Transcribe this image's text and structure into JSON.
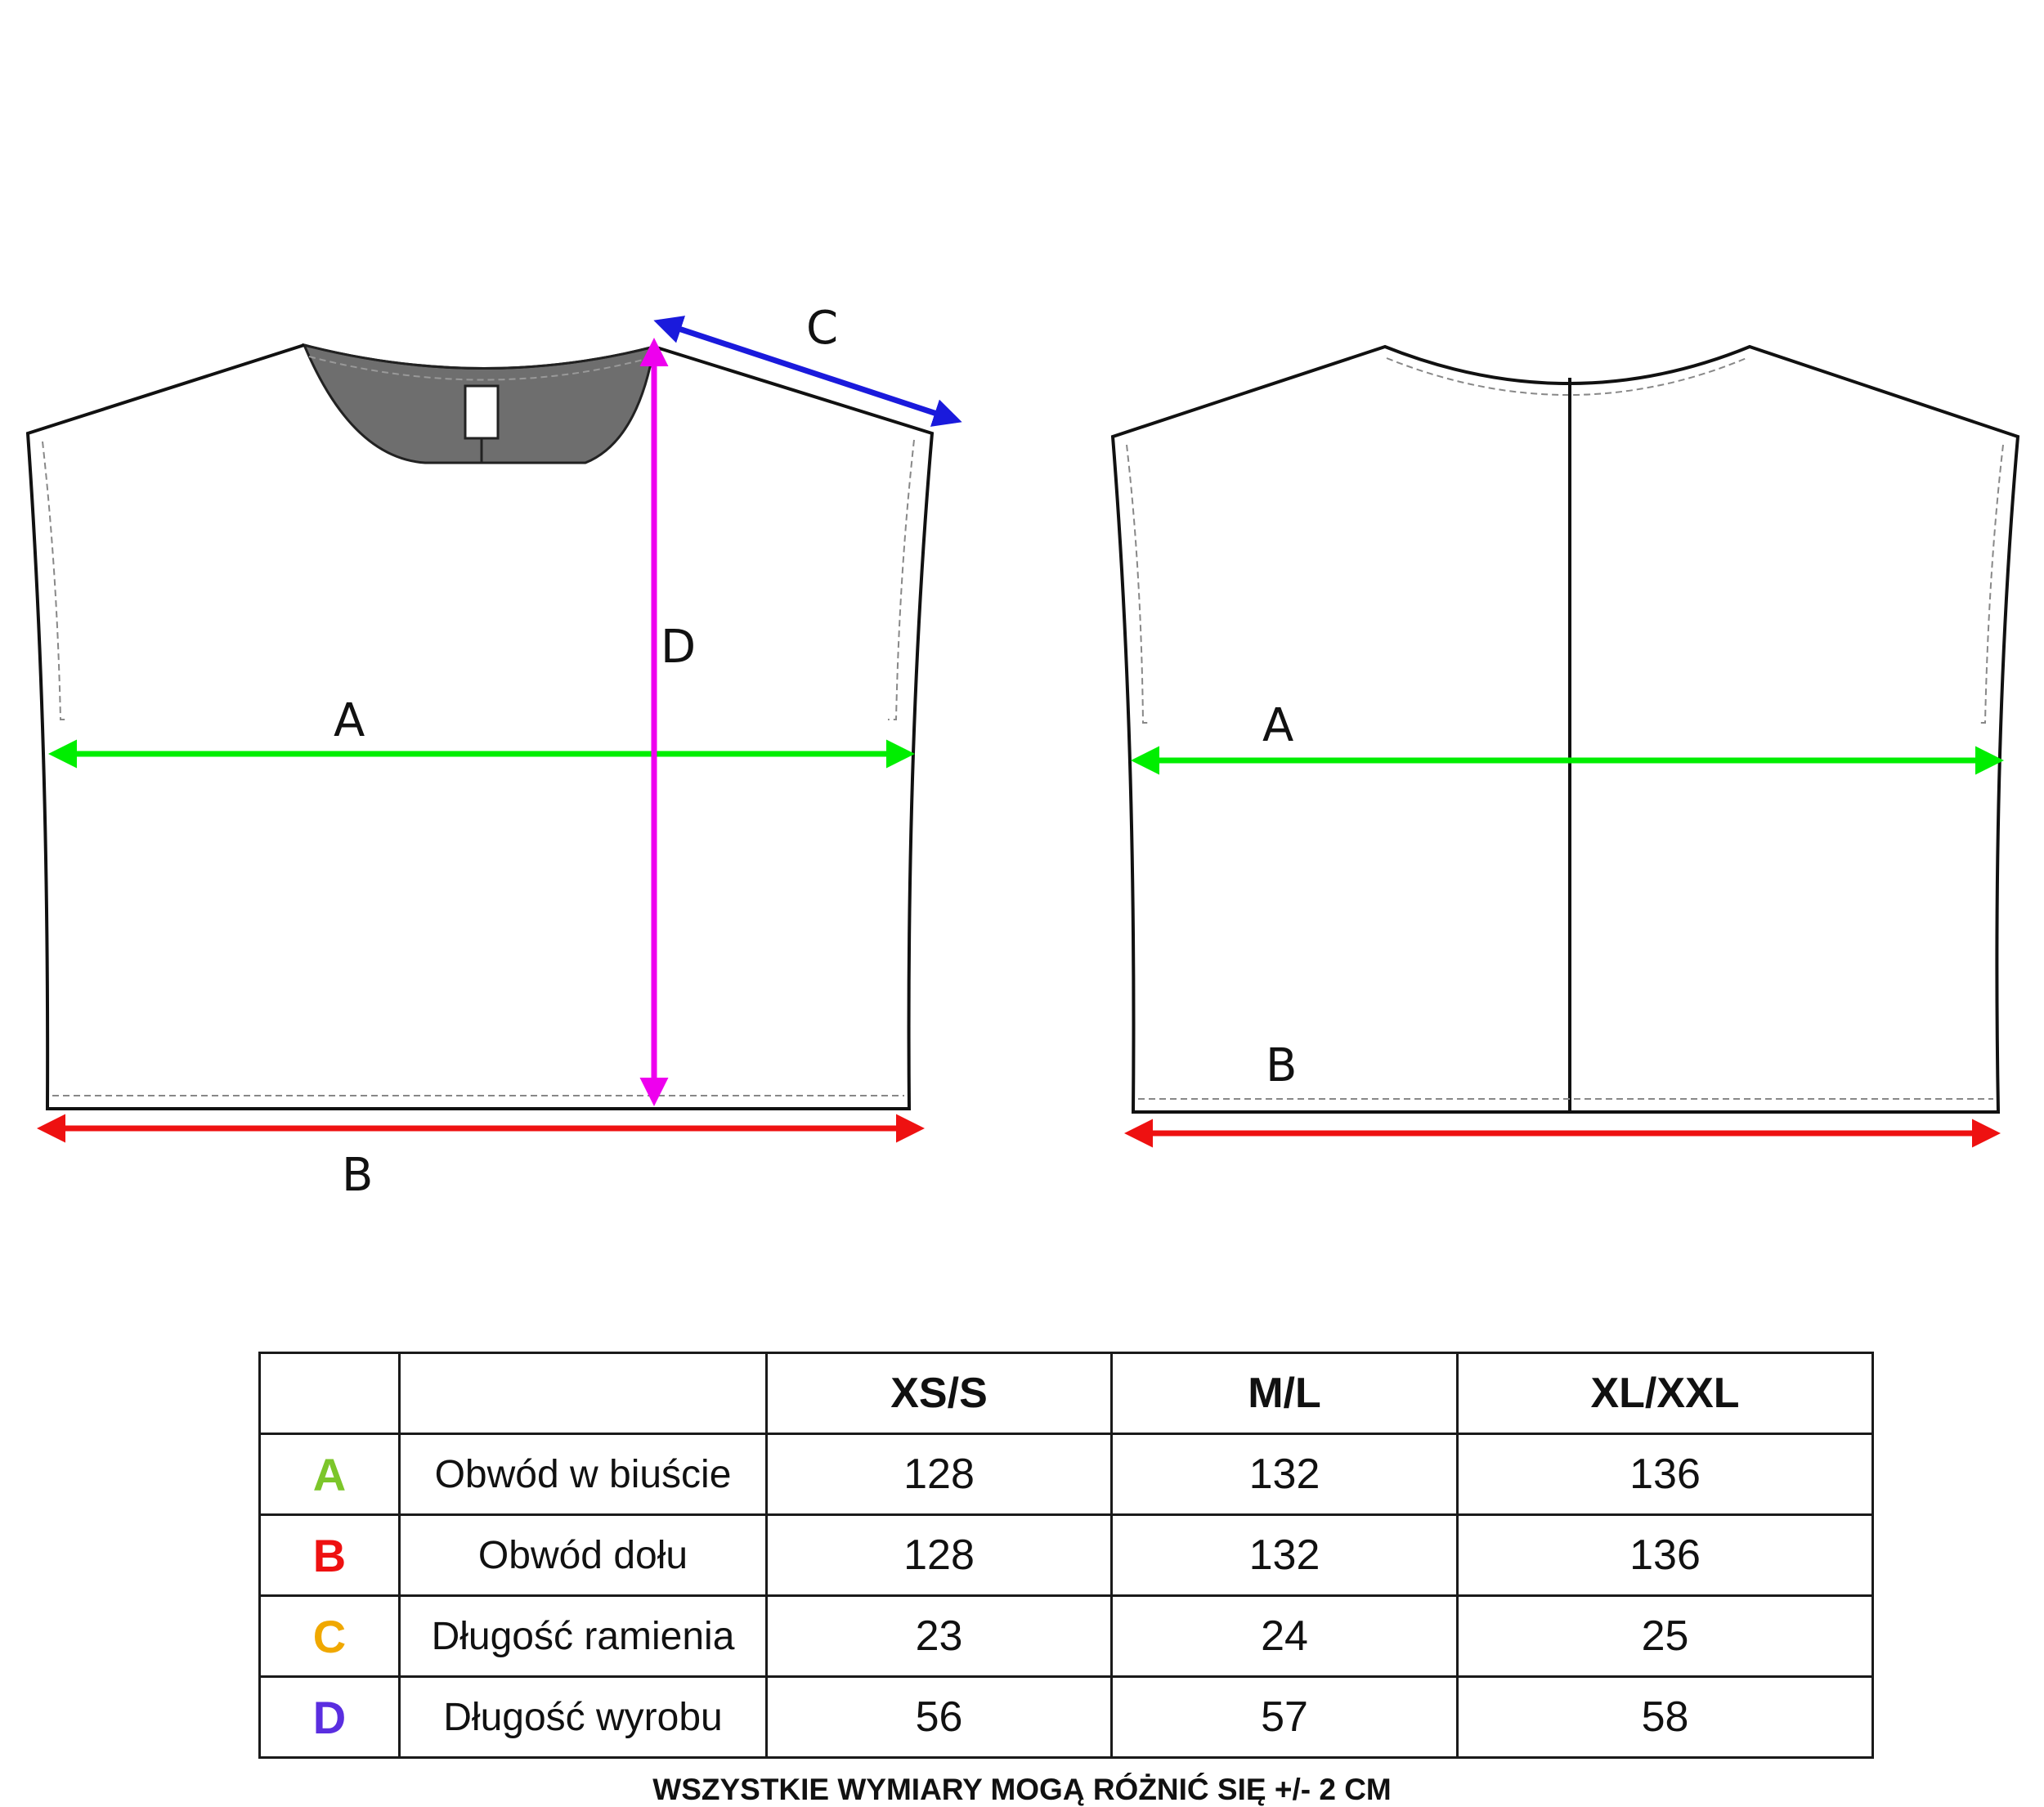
{
  "diagram": {
    "front_labels": {
      "A": "A",
      "B": "B",
      "C": "C",
      "D": "D"
    },
    "back_labels": {
      "A": "A",
      "B": "B"
    }
  },
  "colors": {
    "A": "#00ee00",
    "B": "#ee1111",
    "C": "#1a1adc",
    "D": "#ee00ee",
    "letter_A": "#7cc62a",
    "letter_B": "#ee1111",
    "letter_C": "#f0a800",
    "letter_D": "#5a2ee0"
  },
  "table": {
    "headers": [
      "",
      "",
      "XS/S",
      "M/L",
      "XL/XXL"
    ],
    "rows": [
      {
        "letter": "A",
        "name": "Obwód w biuście",
        "values": [
          "128",
          "132",
          "136"
        ]
      },
      {
        "letter": "B",
        "name": "Obwód dołu",
        "values": [
          "128",
          "132",
          "136"
        ]
      },
      {
        "letter": "C",
        "name": "Długość ramienia",
        "values": [
          "23",
          "24",
          "25"
        ]
      },
      {
        "letter": "D",
        "name": "Długość wyrobu",
        "values": [
          "56",
          "57",
          "58"
        ]
      }
    ]
  },
  "footnote": "WSZYSTKIE WYMIARY MOGĄ RÓŻNIĆ SIĘ +/- 2 CM"
}
